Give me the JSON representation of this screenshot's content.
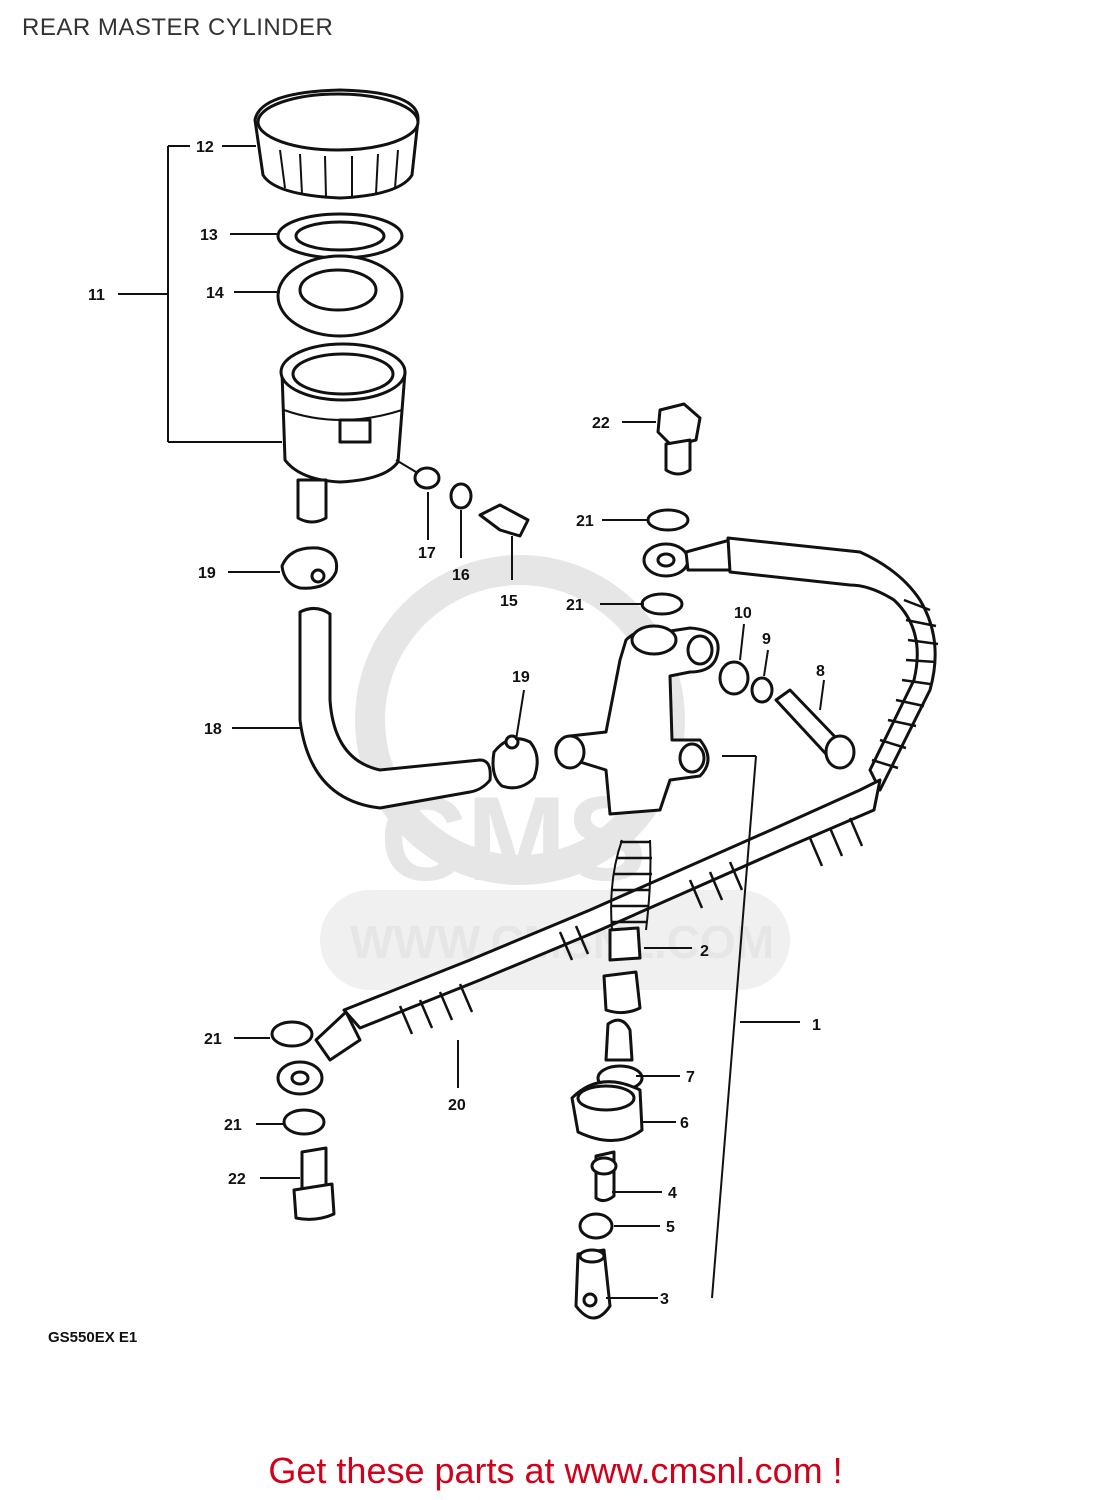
{
  "header": {
    "title": "REAR MASTER CYLINDER"
  },
  "diagram": {
    "model_code": "GS550EX E1",
    "watermark": {
      "logo": "CMS",
      "url": "WWW.CMSNL.COM"
    },
    "callouts": {
      "c1": "1",
      "c2": "2",
      "c3": "3",
      "c4": "4",
      "c5": "5",
      "c6": "6",
      "c7": "7",
      "c8": "8",
      "c9": "9",
      "c10": "10",
      "c11": "11",
      "c12": "12",
      "c13": "13",
      "c14": "14",
      "c15": "15",
      "c16": "16",
      "c17": "17",
      "c18": "18",
      "c19a": "19",
      "c19b": "19",
      "c20": "20",
      "c21a": "21",
      "c21b": "21",
      "c21c": "21",
      "c21d": "21",
      "c22a": "22",
      "c22b": "22"
    }
  },
  "footer": {
    "cta": "Get these parts at www.cmsnl.com !"
  },
  "colors": {
    "cta": "#d0021b",
    "watermark": "#e6e6e6",
    "ink": "#111111"
  }
}
